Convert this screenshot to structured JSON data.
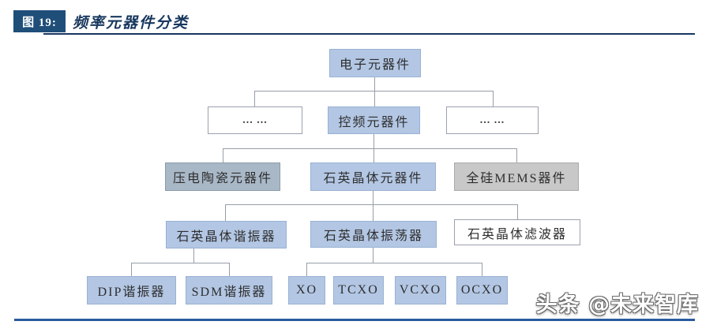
{
  "figure": {
    "label": "图 19:",
    "title": "频率元器件分类"
  },
  "watermark": {
    "text": "头条 @未来智库"
  },
  "colors": {
    "header_bg": "#1f4e79",
    "title_color": "#17375e",
    "bottom_rule": "#2a5a9e",
    "node_blue": "#b3c7e4",
    "node_bluegray": "#a9b8c7",
    "node_gray": "#c8c8c8",
    "line_color": "#969ea8"
  },
  "diagram": {
    "root": "电子元器件",
    "level2": {
      "left_ellipsis": "... ...",
      "center": "控频元器件",
      "right_ellipsis": "... ..."
    },
    "level3": {
      "piezo": "压电陶瓷元器件",
      "quartz": "石英晶体元器件",
      "mems": "全硅MEMS器件"
    },
    "level4": {
      "resonator": "石英晶体谐振器",
      "oscillator": "石英晶体振荡器",
      "filter": "石英晶体滤波器"
    },
    "level5": {
      "dip": "DIP谐振器",
      "sdm": "SDM谐振器",
      "xo": "XO",
      "tcxo": "TCXO",
      "vcxo": "VCXO",
      "ocxo": "OCXO"
    }
  }
}
